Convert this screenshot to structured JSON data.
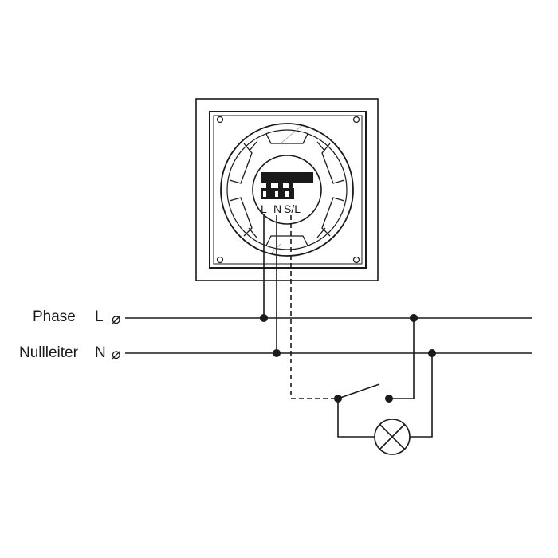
{
  "lines": {
    "phase": {
      "name": "Phase",
      "conductor": "L"
    },
    "neutral": {
      "name": "Nullleiter",
      "conductor": "N"
    }
  },
  "terminal_symbol": "⌀",
  "device_terminals": [
    "L",
    "N",
    "S/L"
  ],
  "components": [
    "motion-detector-device",
    "switch",
    "lamp"
  ],
  "colors": {
    "stroke": "#1a1a1a",
    "background": "#ffffff"
  }
}
